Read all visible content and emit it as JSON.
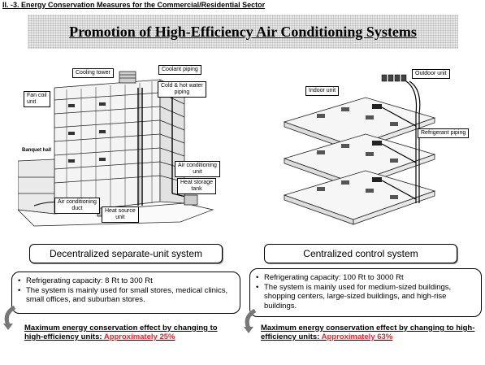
{
  "header": {
    "section": "II. -3. Energy Conservation Measures for the Commercial/Residential Sector",
    "title": "Promotion of High-Efficiency Air Conditioning Systems"
  },
  "left_diagram": {
    "labels": {
      "cooling_tower": "Cooling tower",
      "coolant_piping": "Coolant piping",
      "hot_water_piping_1": "Cold & hot water",
      "hot_water_piping_2": "piping",
      "fan_coil_1": "Fan coil",
      "fan_coil_2": "unit",
      "banquet_hall": "Banquet hall",
      "ac_unit_1": "Air conditioning",
      "ac_unit_2": "unit",
      "heat_storage_1": "Heat storage",
      "heat_storage_2": "tank",
      "ac_duct_1": "Air conditioning",
      "ac_duct_2": "duct",
      "heat_source_1": "Heat source",
      "heat_source_2": "unit"
    }
  },
  "right_diagram": {
    "labels": {
      "indoor_unit": "Indoor unit",
      "outdoor_unit": "Outdoor unit",
      "refrigerant_piping": "Refrigerant piping"
    }
  },
  "left_system": {
    "name": "Decentralized separate-unit system",
    "bullets": [
      "Refrigerating capacity: 8 Rt to 300 Rt",
      "The system is mainly used for small stores, medical clinics, small offices, and suburban stores."
    ],
    "effect_text": "Maximum energy conservation effect by changing to high-efficiency units: ",
    "effect_value": "Approximately 25%"
  },
  "right_system": {
    "name": "Centralized control system",
    "bullets": [
      "Refrigerating capacity: 100 Rt to 3000 Rt",
      "The system is mainly used for medium-sized buildings, shopping centers, large-sized buildings, and high-rise buildings."
    ],
    "effect_text": "Maximum energy conservation effect by changing to high-efficiency units: ",
    "effect_value": "Approximately 63%"
  },
  "colors": {
    "highlight": "#e1262b",
    "banner": "#e8e8e8"
  }
}
